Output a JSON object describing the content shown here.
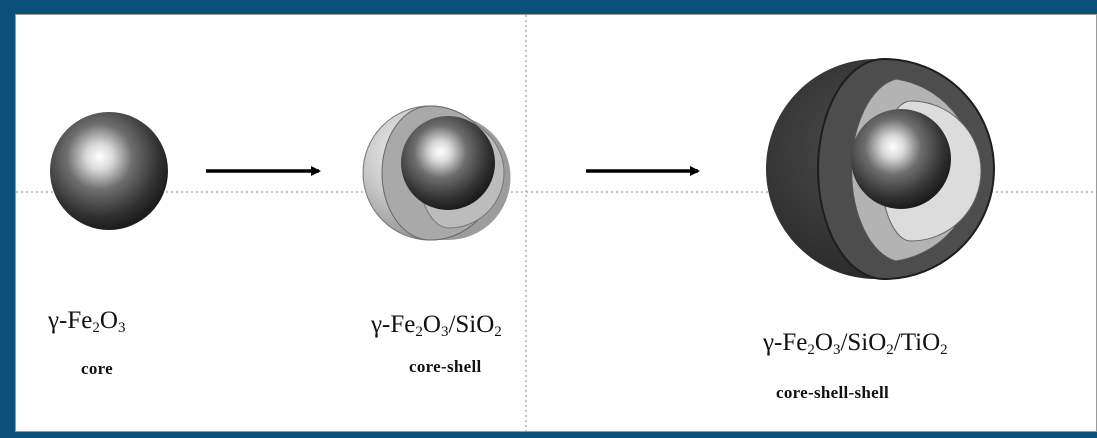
{
  "stages": [
    {
      "formula": {
        "prefix": "γ-Fe",
        "s1": "2",
        "m1": "O",
        "s2": "3"
      },
      "caption": "core"
    },
    {
      "formula": {
        "prefix": "γ-Fe",
        "s1": "2",
        "m1": "O",
        "s2": "3",
        "m2": "/SiO",
        "s3": "2"
      },
      "caption": "core-shell"
    },
    {
      "formula": {
        "prefix": "γ-Fe",
        "s1": "2",
        "m1": "O",
        "s2": "3",
        "m2": "/SiO",
        "s3": "2",
        "m3": "/TiO",
        "s4": "2"
      },
      "caption": "core-shell-shell"
    }
  ],
  "colors": {
    "frame": "#0b4f7a",
    "core": "#2e2e2e",
    "silica_shell": "#a8a8a8",
    "titania_shell": "#3a3a3a",
    "arrow": "#000000"
  }
}
